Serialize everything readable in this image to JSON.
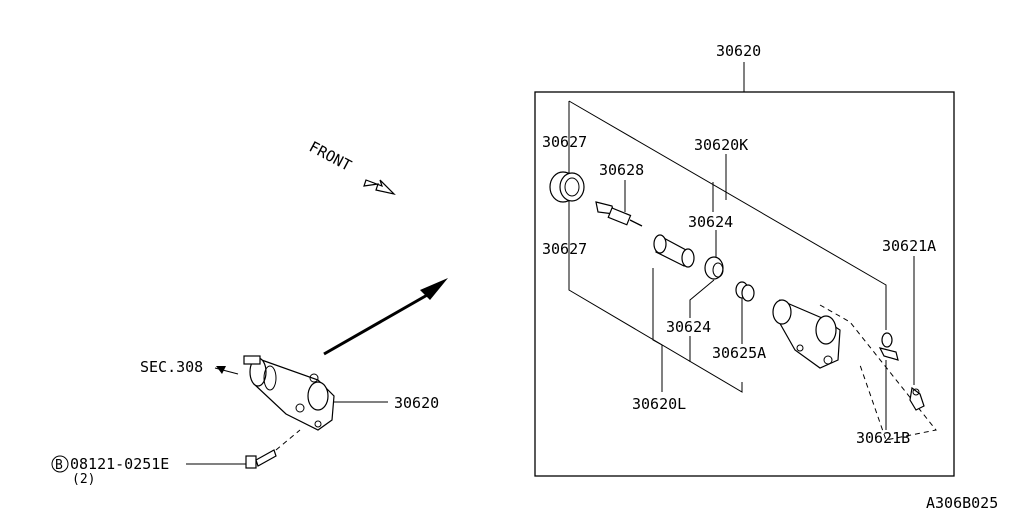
{
  "labels": {
    "assy_top": "30620",
    "assy_side": "30620",
    "sec": "SEC.308",
    "front": "FRONT",
    "bolt_marker": "B",
    "bolt": "08121-0251E",
    "bolt_qty": "(2)",
    "p30627a": "30627",
    "p30627b": "30627",
    "p30628": "30628",
    "p30620k": "30620K",
    "p30624a": "30624",
    "p30624b": "30624",
    "p30625a": "30625A",
    "p30620l": "30620L",
    "p30621a": "30621A",
    "p30621b": "30621B",
    "code": "A306B025"
  }
}
